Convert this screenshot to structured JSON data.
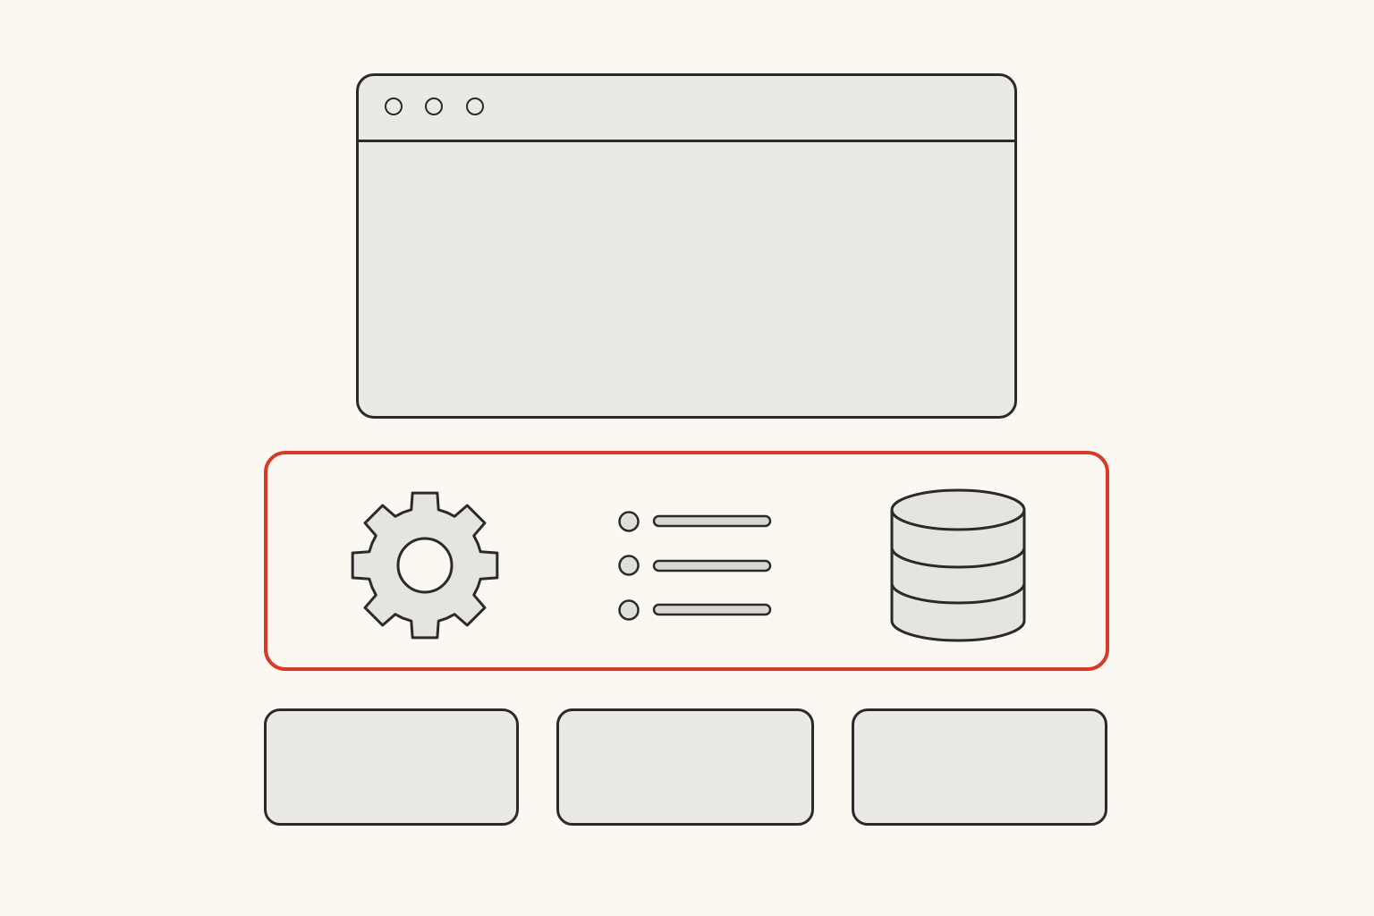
{
  "colors": {
    "background": "#fbf8f2",
    "panel_fill": "#ebe9e4",
    "outline": "#2a2a2a",
    "highlight": "#d93a26"
  },
  "window": {
    "controls": [
      "window-control",
      "window-control",
      "window-control"
    ]
  },
  "highlight_panel": {
    "icons": [
      "gear-icon",
      "list-icon",
      "database-icon"
    ],
    "list_items": 3
  },
  "cards": [
    "card",
    "card",
    "card"
  ]
}
